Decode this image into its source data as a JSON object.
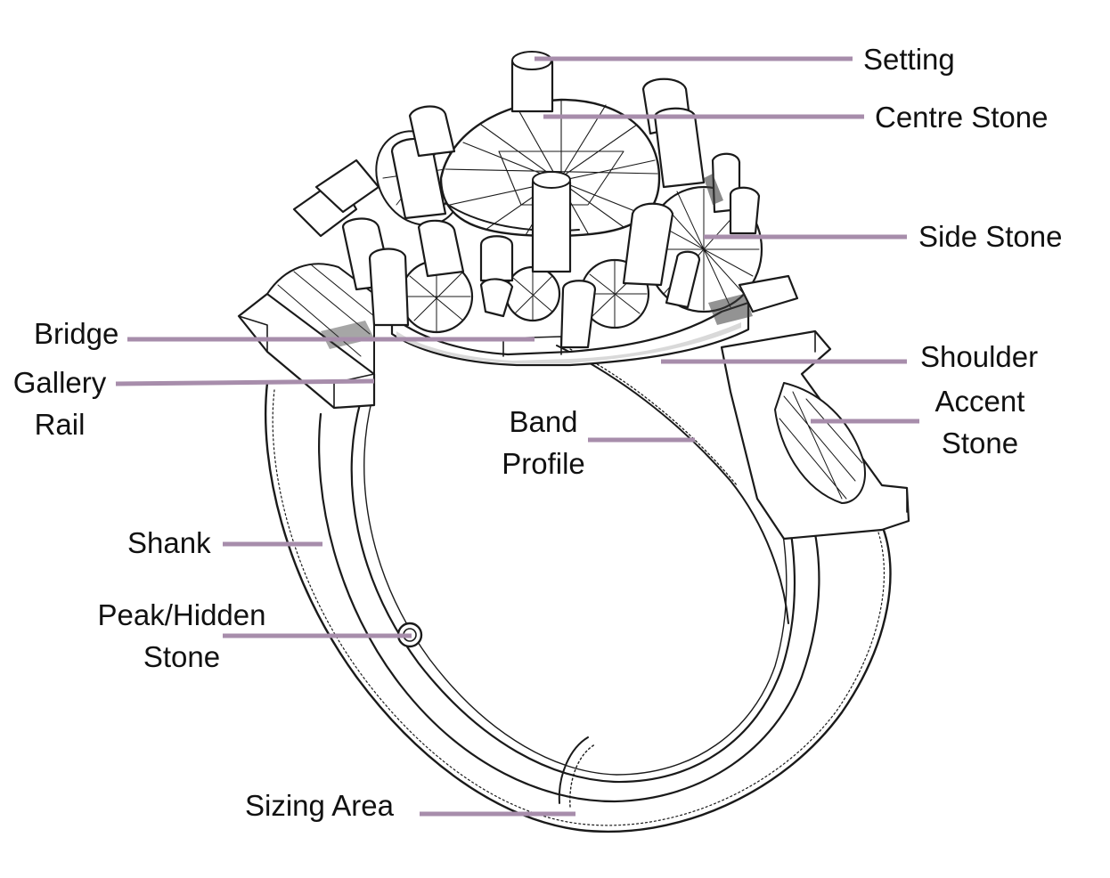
{
  "diagram": {
    "leader_color": "#a78dab",
    "labels": {
      "setting": "Setting",
      "centre_stone": "Centre Stone",
      "side_stone": "Side Stone",
      "bridge": "Bridge",
      "gallery_rail_1": "Gallery",
      "gallery_rail_2": "Rail",
      "shoulder": "Shoulder",
      "accent_stone_1": "Accent",
      "accent_stone_2": "Stone",
      "band_profile_1": "Band",
      "band_profile_2": "Profile",
      "shank": "Shank",
      "peak_hidden_stone_1": "Peak/Hidden",
      "peak_hidden_stone_2": "Stone",
      "sizing_area": "Sizing Area"
    }
  }
}
